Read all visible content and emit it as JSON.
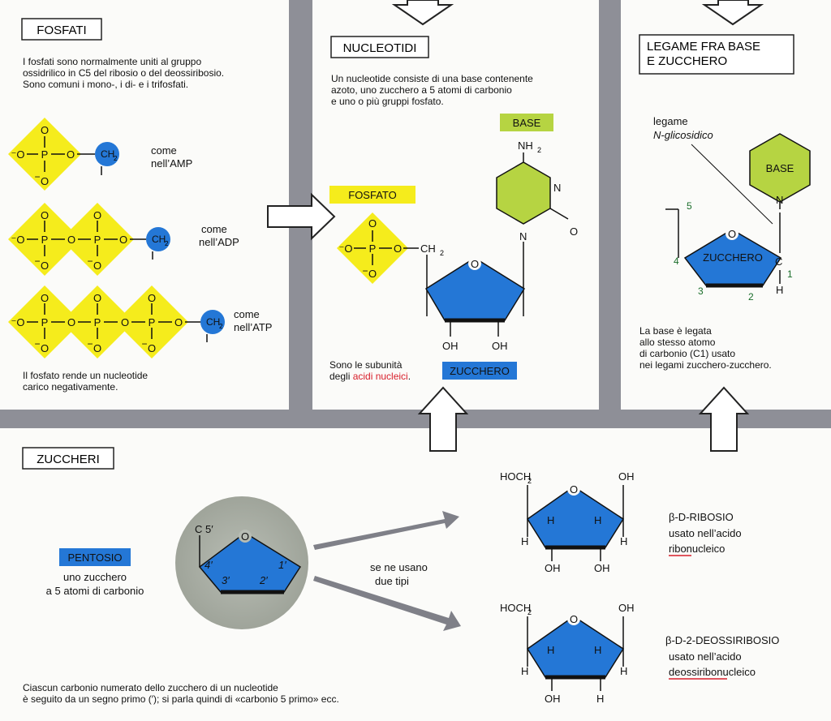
{
  "fosfati": {
    "title": "FOSFATI",
    "desc": [
      "I fosfati sono normalmente uniti al gruppo",
      "ossidrilico in C5 del ribosio o del deossiribosio.",
      "Sono comuni i mono-, i di- e i trifosfati."
    ],
    "amp_label": [
      "come",
      "nell’AMP"
    ],
    "adp_label": [
      "come",
      "nell’ADP"
    ],
    "atp_label": [
      "come",
      "nell’ATP"
    ],
    "note": [
      "Il fosfato rende un nucleotide",
      "carico negativamente."
    ],
    "atoms": {
      "O": "O",
      "P": "P",
      "ch2": "CH",
      "two": "2",
      "minus": "−",
      "minus_o": "⁻O"
    }
  },
  "nucleotidi": {
    "title": "NUCLEOTIDI",
    "desc": [
      "Un nucleotide consiste di una base contenente",
      "azoto, uno zucchero a 5 atomi di carbonio",
      "e uno o più gruppi fosfato."
    ],
    "base_tag": "BASE",
    "fosfato_tag": "FOSFATO",
    "zucchero_tag": "ZUCCHERO",
    "nh2": "NH",
    "n": "N",
    "o": "O",
    "oh": "OH",
    "note_line1": "Sono le subunità",
    "note_line2_prefix": "degli ",
    "note_line2_highlight": "acidi nucleici",
    "note_line2_suffix": "."
  },
  "legame": {
    "title": [
      "LEGAME FRA BASE",
      "E ZUCCHERO"
    ],
    "link_label": [
      "legame",
      "N-glicosidico"
    ],
    "base_tag": "BASE",
    "sugar_tag": "ZUCCHERO",
    "c": "C",
    "h": "H",
    "n": "N",
    "o": "O",
    "numbers": [
      "1",
      "2",
      "3",
      "4",
      "5"
    ],
    "note": [
      "La base è legata",
      "allo stesso atomo",
      "di carbonio (C1) usato",
      "nei legami zucchero-zucchero."
    ]
  },
  "zuccheri": {
    "title": "ZUCCHERI",
    "pentosio_tag": "PENTOSIO",
    "pentosio_desc": [
      "uno zucchero",
      "a 5 atomi di carbonio"
    ],
    "carbons": [
      "C 5′",
      "4′",
      "3′",
      "2′",
      "1′"
    ],
    "o": "O",
    "uses_text": [
      "se ne usano",
      "due tipi"
    ],
    "note": [
      "Ciascun carbonio numerato dello zucchero di un nucleotide",
      "è seguito da un segno primo (′); si parla quindi di «carbonio 5 primo» ecc."
    ],
    "hoch2": "HOCH",
    "h": "H",
    "oh": "OH",
    "ribosio": {
      "name": "β-D-RIBOSIO",
      "line2": "usato nell’acido",
      "line3": "ribonucleico"
    },
    "deossiribosio": {
      "name": "β-D-2-DEOSSIRIBOSIO",
      "line2": "usato nell’acido",
      "line3": "deossiribonucleico"
    }
  },
  "colors": {
    "phosphate": "#f5ec1c",
    "sugar": "#2477d6",
    "base": "#b6d442",
    "highlight": "#d81e2a",
    "panel": "#fbfbf9",
    "background": "#8e8f97"
  }
}
